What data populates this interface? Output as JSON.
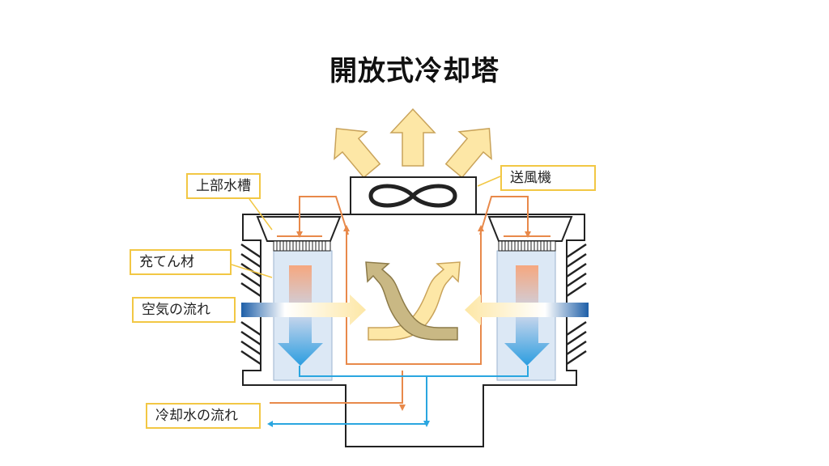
{
  "title": "開放式冷却塔",
  "labels": {
    "upper_tank": "上部水槽",
    "fan": "送風機",
    "fill": "充てん材",
    "air_flow": "空気の流れ",
    "water_flow": "冷却水の流れ"
  },
  "colors": {
    "air_arrow": "#fde7a6",
    "air_arrow_stroke": "#c9a35a",
    "callout_border": "#f2c744",
    "warm_water": "#f4a882",
    "cool_water": "#2b9de0",
    "orange_line": "#e8894a",
    "blue_line": "#2aa6e0",
    "twist_band": "#c9b884",
    "fill_panel": "#dce8f5",
    "structure": "#222222"
  },
  "icons": {
    "fan": "infinity-fan-icon",
    "exhaust": "up-arrow-icon",
    "intake": "right-arrow-icon"
  }
}
